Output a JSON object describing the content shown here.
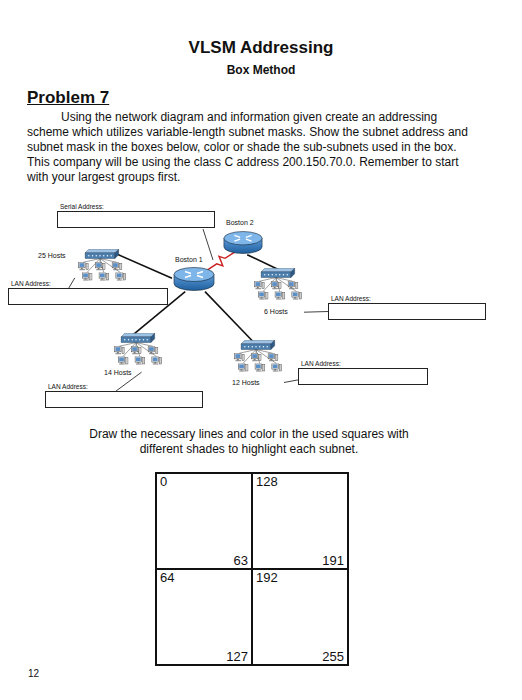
{
  "diagram": {
    "title": "VLSM Addressing",
    "nodes": [
      {
        "text": [
          "Serial Address:"
        ]
      },
      {
        "text": [
          "Boston 2"
        ]
      },
      {
        "text": [
          "25 Hosts"
        ]
      },
      {
        "text": [
          "Boston 1"
        ]
      },
      {
        "text": [
          "LAN Address:"
        ]
      },
      {
        "text": [
          "6 Hosts"
        ]
      },
      {
        "text": [
          "LAN Address:"
        ]
      },
      {
        "text": [
          "14 Hosts"
        ]
      },
      {
        "text": [
          "LAN Address:"
        ]
      },
      {
        "text": [
          "12 Hosts"
        ]
      },
      {
        "text": [
          "LAN Address:"
        ]
      },
      {
        "text": [
          "0",
          "63"
        ]
      },
      {
        "text": [
          "128",
          "191"
        ]
      },
      {
        "text": [
          "64",
          "127"
        ]
      },
      {
        "text": [
          "192",
          "255"
        ]
      }
    ],
    "edges": [
      {
        "from": 3,
        "to": 1,
        "arrow": "none"
      },
      {
        "from": 3,
        "to": 2,
        "arrow": "none"
      },
      {
        "from": 3,
        "to": 7,
        "arrow": "none"
      },
      {
        "from": 3,
        "to": 9,
        "arrow": "none"
      },
      {
        "from": 1,
        "to": 5,
        "arrow": "none"
      },
      {
        "from": 4,
        "to": 2,
        "arrow": "none"
      },
      {
        "from": 6,
        "to": 5,
        "arrow": "none"
      },
      {
        "from": 8,
        "to": 9,
        "arrow": "none"
      },
      {
        "from": 10,
        "to": 7,
        "arrow": "none"
      }
    ],
    "labels": [
      "Box Method",
      "Problem 7",
      "Using the network diagram and information given create an addressing scheme which utilizes variable-length subnet masks. Show the subnet address and subnet mask in the boxes below, color or shade the sub-subnets used in the box. This company will be using the class C address 200.150.70.0. Remember to start with your largest groups first.",
      "Draw the necessary lines and color in the used squares with different shades to highlight each subnet.",
      "12"
    ]
  }
}
